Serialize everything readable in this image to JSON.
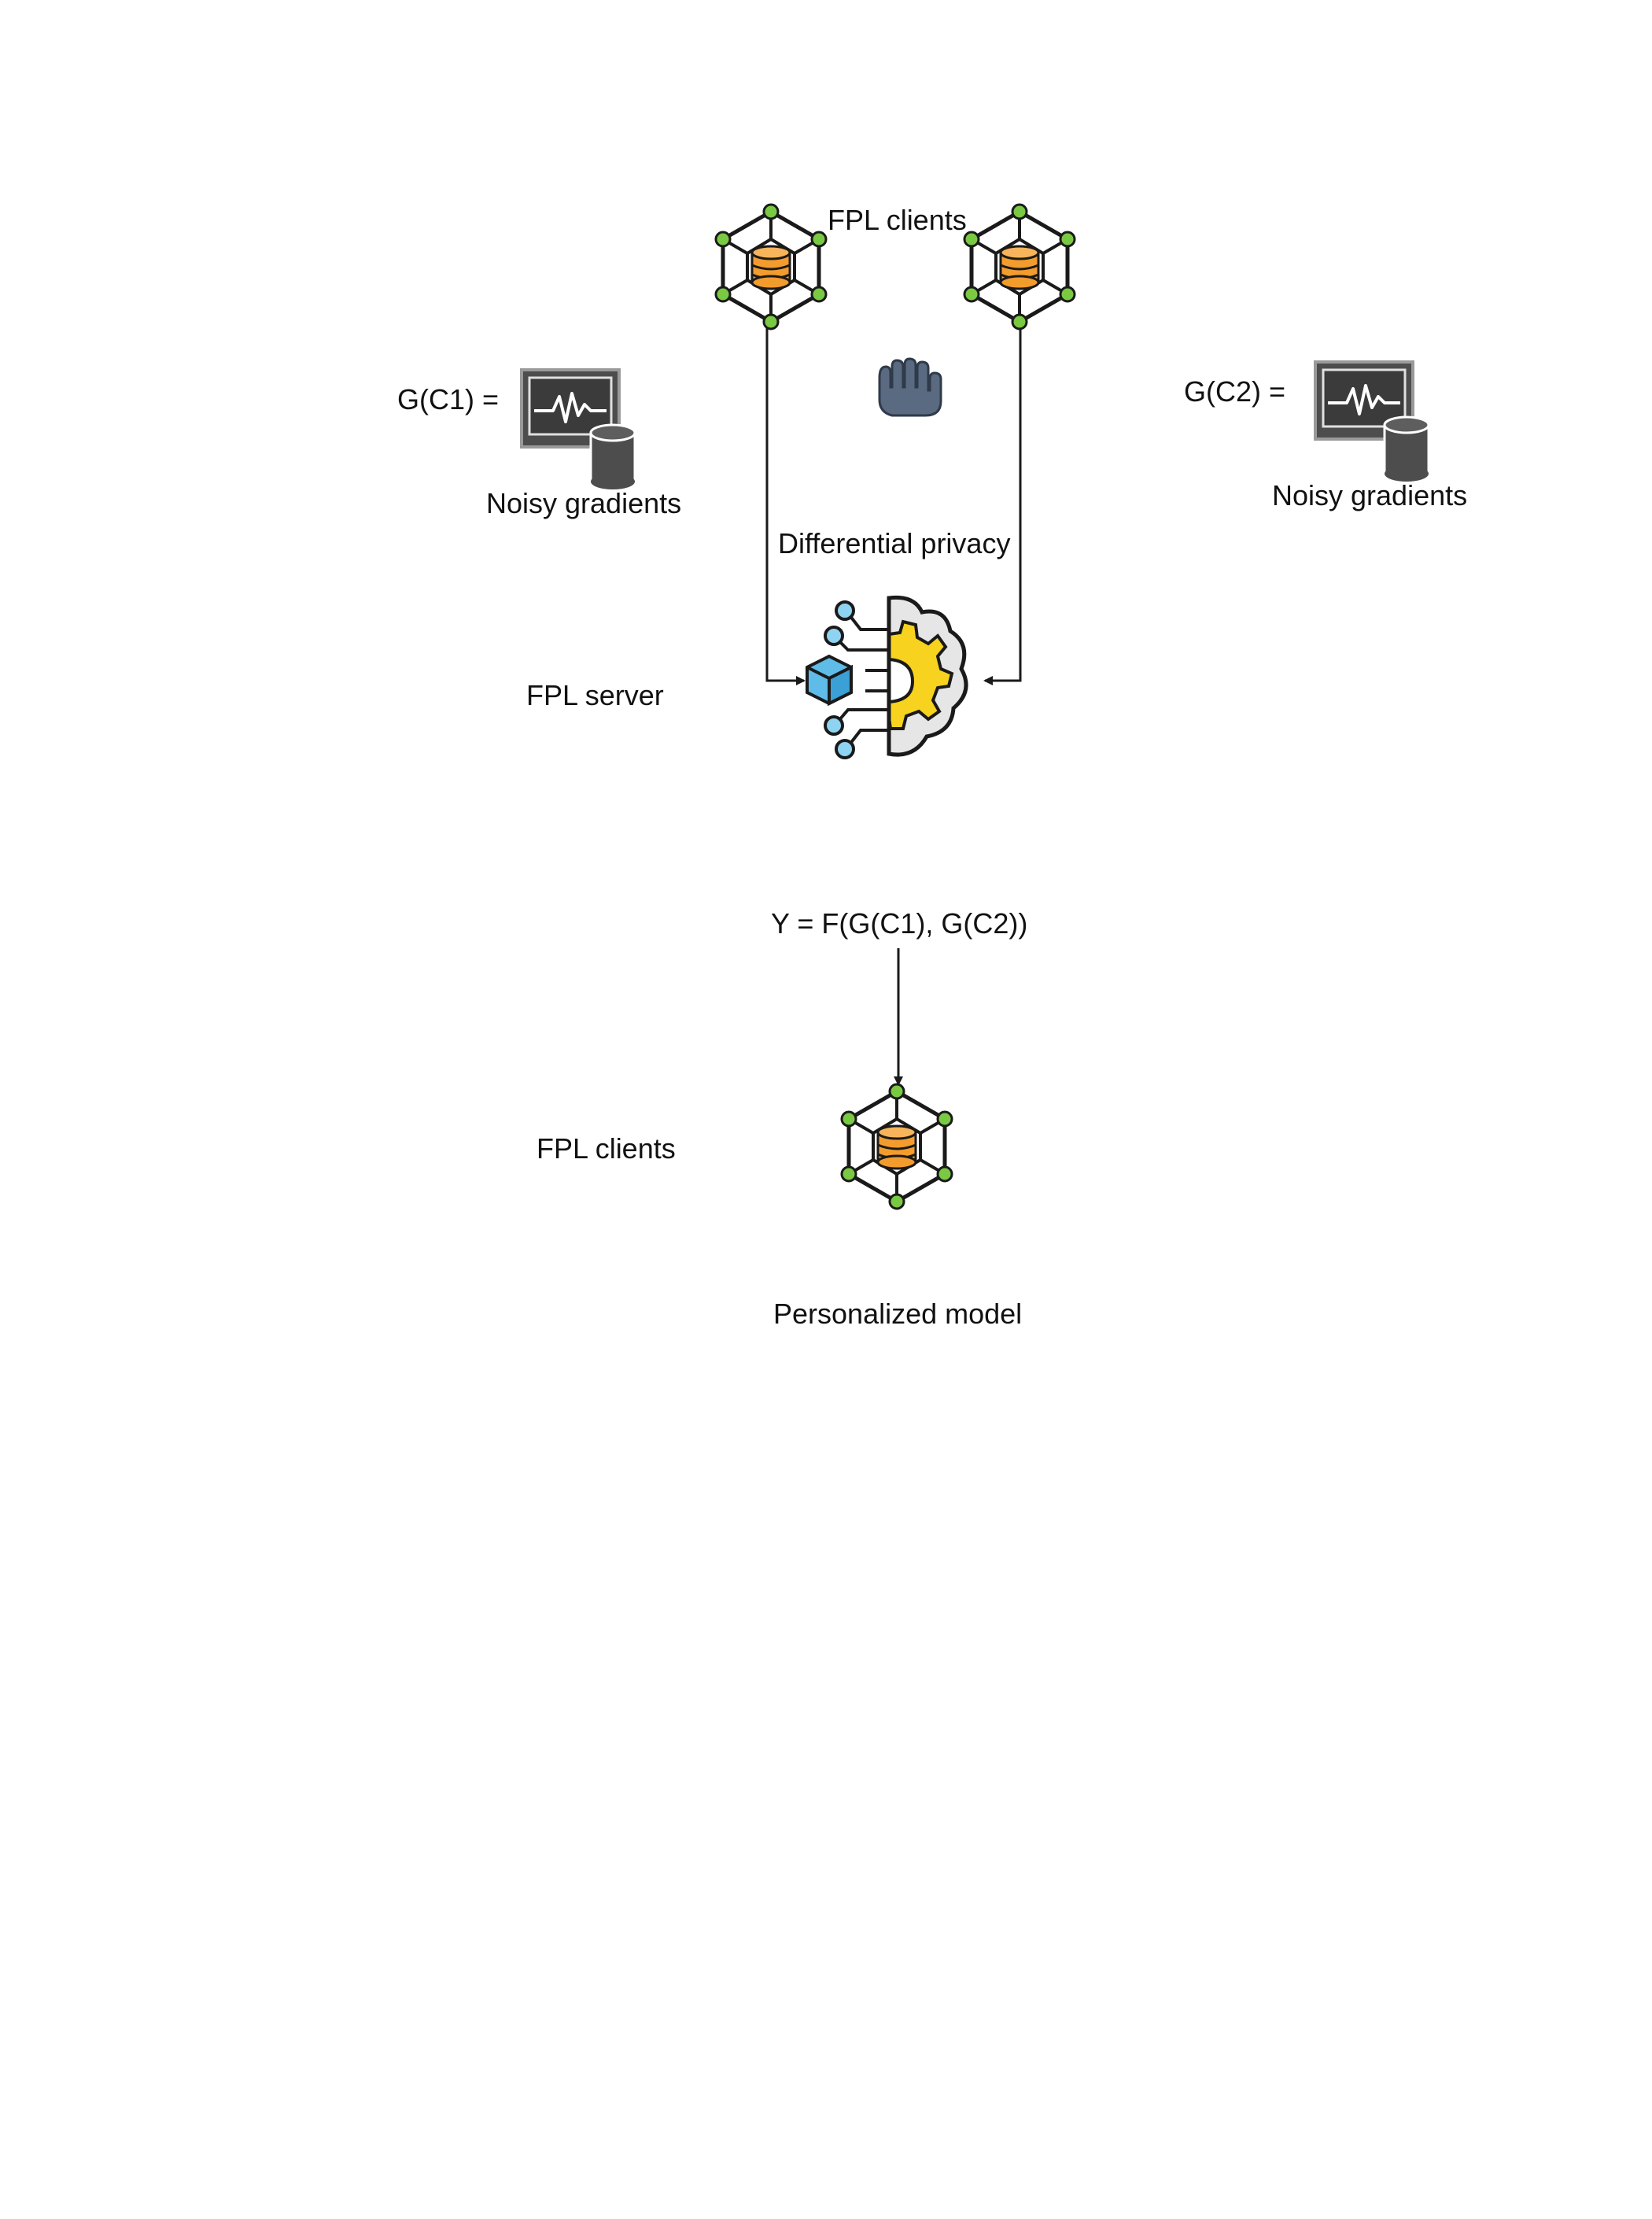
{
  "labels": {
    "clients_top": "FPL clients",
    "g_c1": "G(C1) =",
    "noisy_left": "Noisy gradients",
    "g_c2": "G(C2) =",
    "noisy_right": "Noisy gradients",
    "differential_privacy": "Differential privacy",
    "server": "FPL server",
    "formula": "Y = F(G(C1), G(C2))",
    "clients_bottom": "FPL clients",
    "personalized": "Personalized model"
  },
  "icons": {
    "client_node": "network-database-icon",
    "gradient": "monitor-database-icon",
    "privacy": "hand-stop-icon",
    "server": "ai-brain-gear-icon"
  },
  "colors": {
    "database": "#f39c2e",
    "node": "#7ac943",
    "monitor": "#4d4d4d",
    "gear": "#f7d21e",
    "cloud": "#e6e6e6",
    "cube": "#5fbce8",
    "hand": "#5a6a80",
    "stroke": "#1a1a1a"
  }
}
